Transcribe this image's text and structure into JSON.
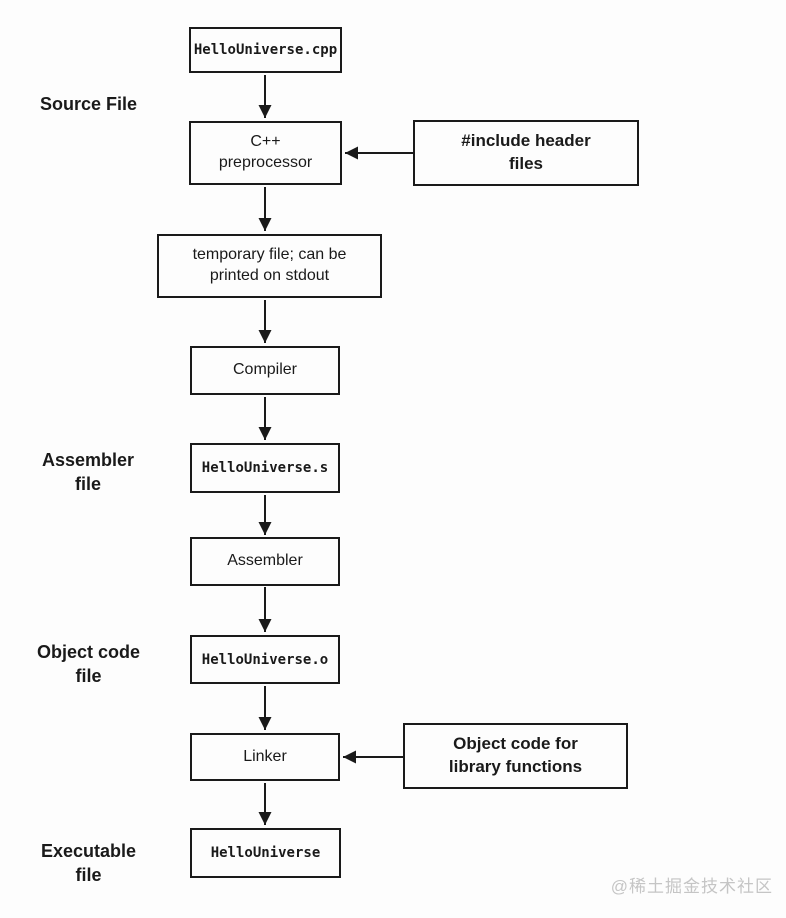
{
  "colors": {
    "line": "#1a1a1a",
    "text": "#1a1a1a",
    "background": "#fdfdfd",
    "watermark": "#c5c5c5"
  },
  "nodes": {
    "source_file": {
      "label": "HelloUniverse.cpp"
    },
    "preprocessor": {
      "label": "C++\npreprocessor"
    },
    "temp_file": {
      "label": "temporary file; can be\nprinted on stdout"
    },
    "compiler": {
      "label": "Compiler"
    },
    "assembly_file": {
      "label": "HelloUniverse.s"
    },
    "assembler": {
      "label": "Assembler"
    },
    "object_file": {
      "label": "HelloUniverse.o"
    },
    "linker": {
      "label": "Linker"
    },
    "executable": {
      "label": "HelloUniverse"
    }
  },
  "annotations": {
    "include_headers": {
      "label": "#include header\nfiles"
    },
    "library_objects": {
      "label": "Object code for\nlibrary functions"
    }
  },
  "side_labels": {
    "source": "Source File",
    "assembler": "Assembler\nfile",
    "object": "Object code\nfile",
    "executable": "Executable\nfile"
  },
  "watermark": "@稀土掘金技术社区"
}
